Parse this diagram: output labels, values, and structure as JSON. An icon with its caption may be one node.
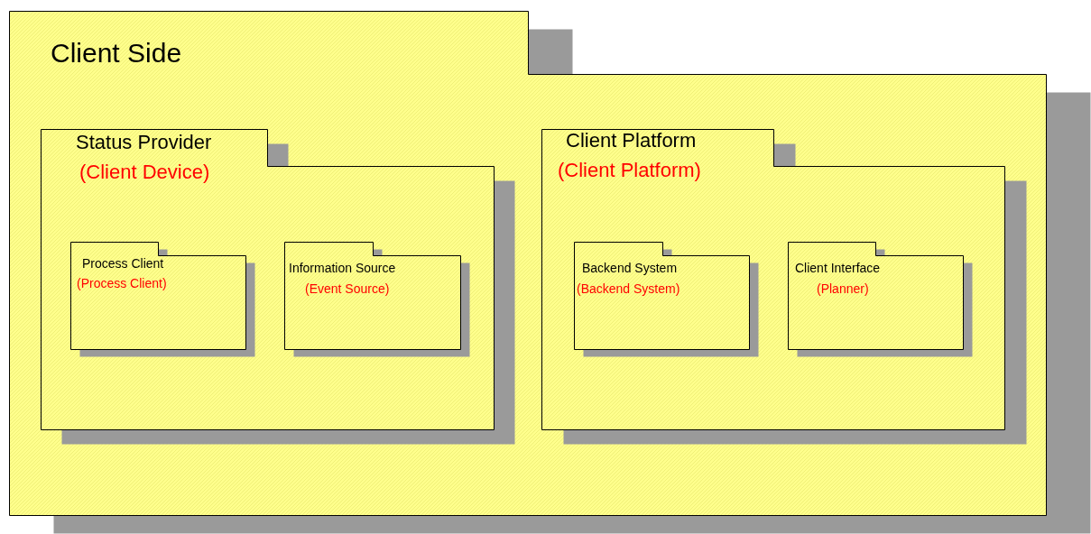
{
  "diagram": {
    "nodes": [
      {
        "text": [
          "Client Side"
        ]
      },
      {
        "text": [
          "Status Provider",
          "(Client Device)"
        ],
        "in": 0
      },
      {
        "text": [
          "Process Client",
          "(Process Client)"
        ],
        "in": 1
      },
      {
        "text": [
          "Information Source",
          "(Event Source)"
        ],
        "in": 1
      },
      {
        "text": [
          "Client Platform",
          "(Client Platform)"
        ],
        "in": 0
      },
      {
        "text": [
          "Backend System",
          "(Backend System)"
        ],
        "in": 4
      },
      {
        "text": [
          "Client Interface",
          "(Planner)"
        ],
        "in": 4
      }
    ]
  }
}
